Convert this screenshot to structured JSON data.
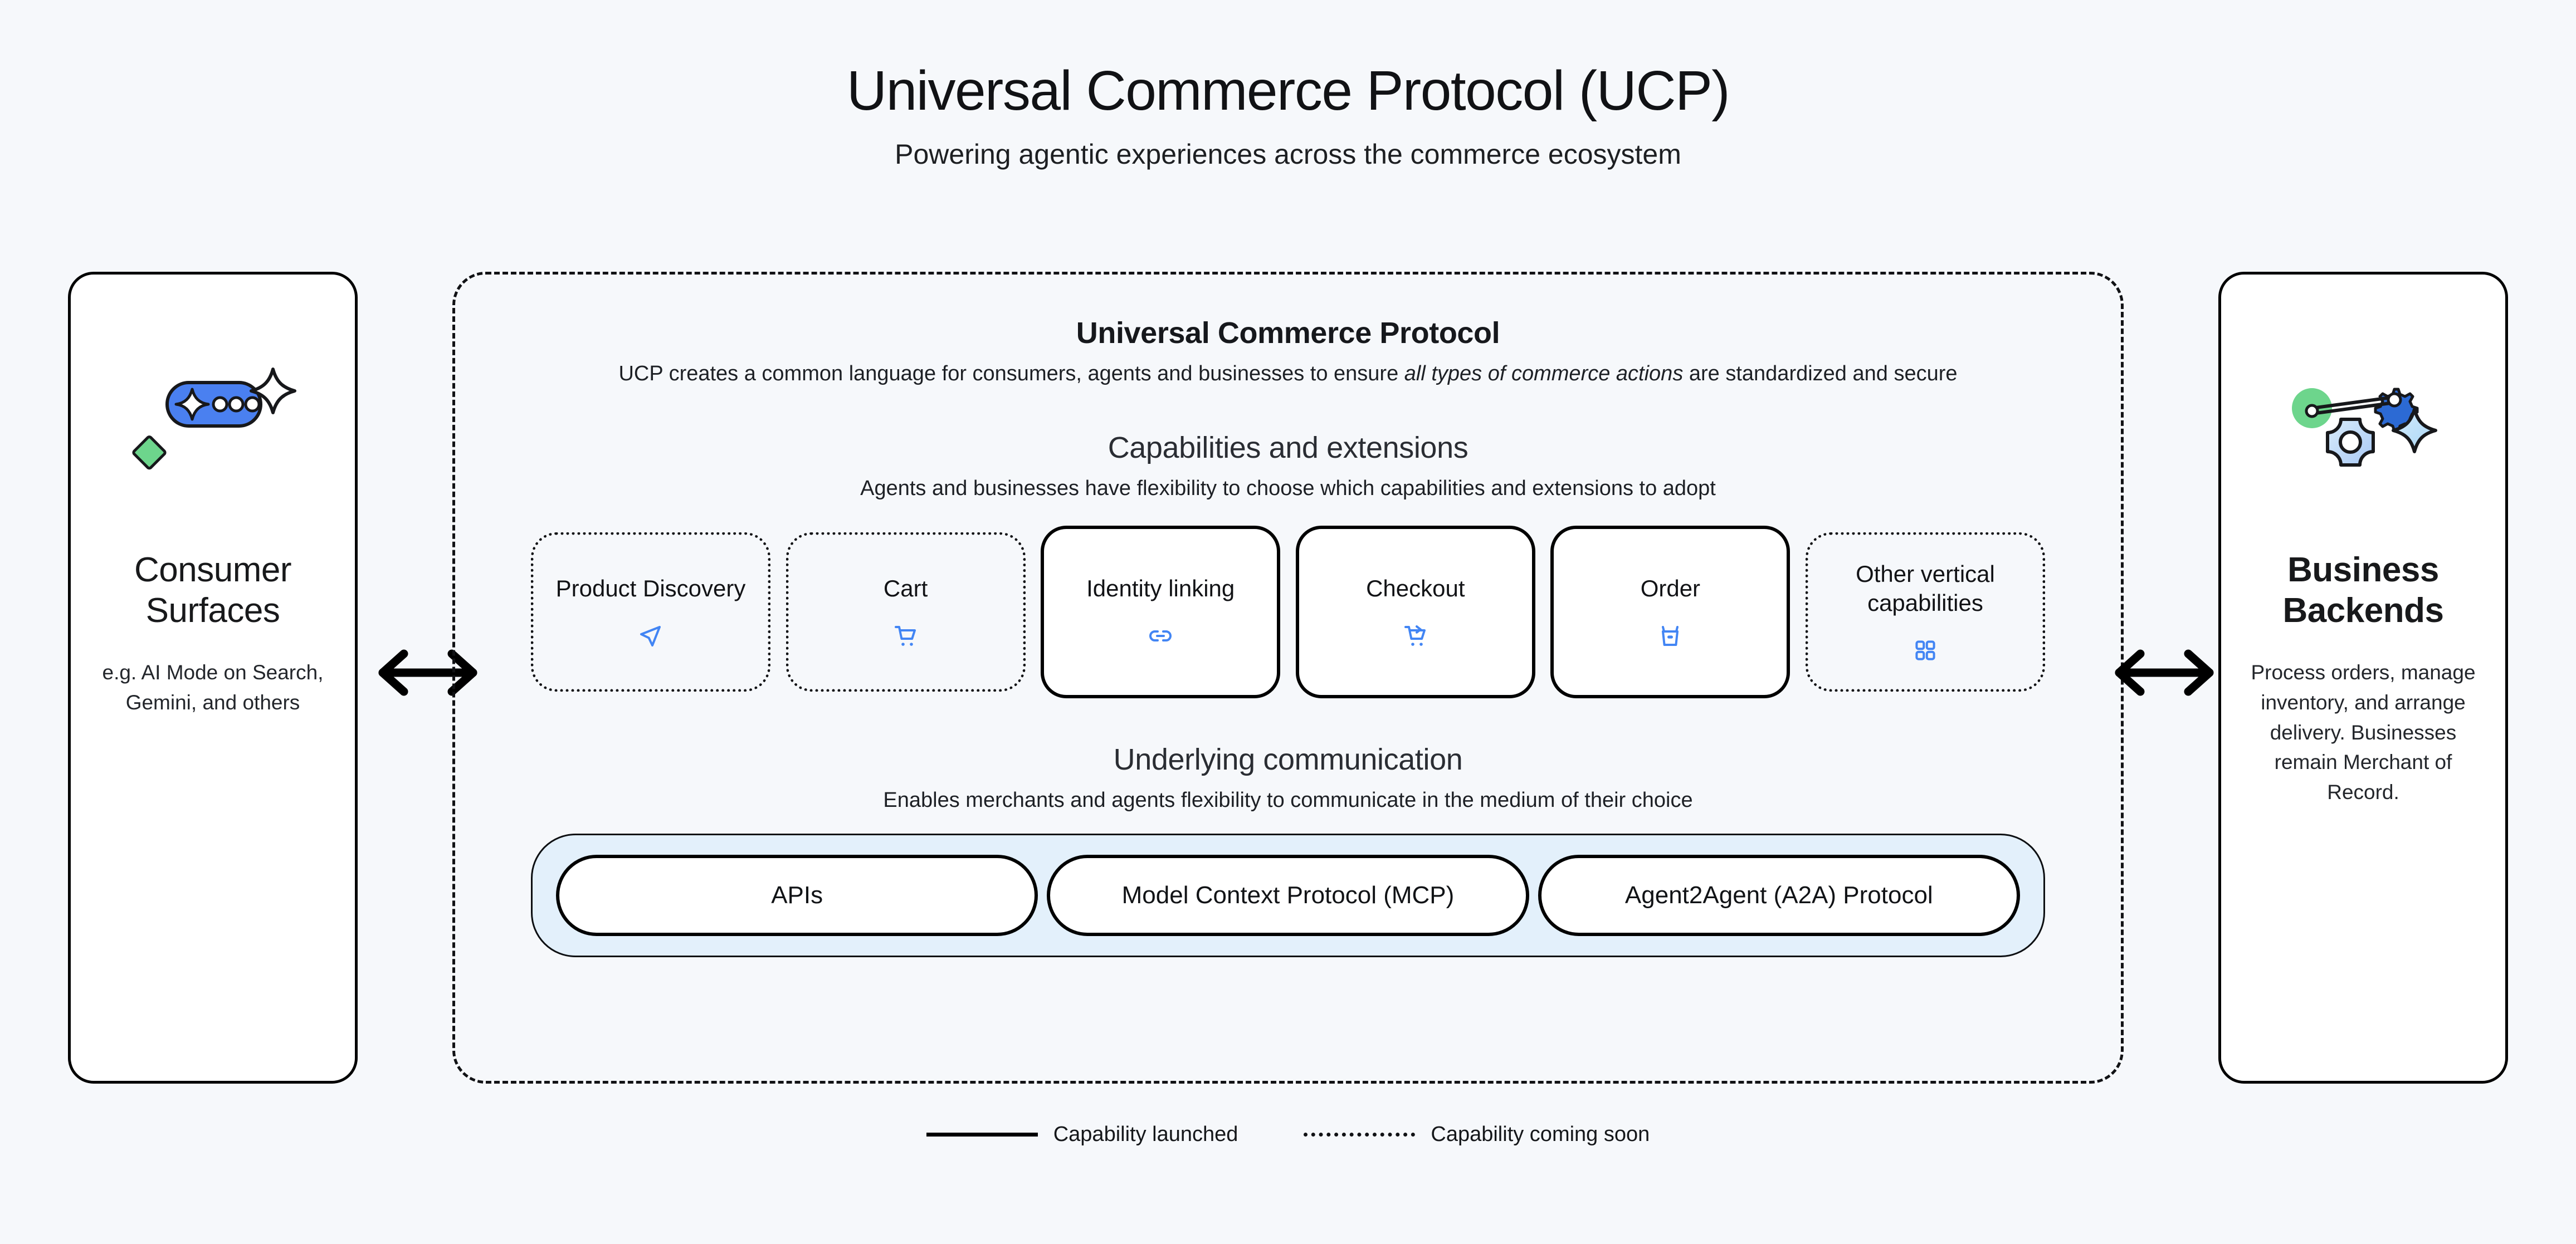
{
  "header": {
    "title": "Universal Commerce Protocol (UCP)",
    "subtitle": "Powering agentic experiences across the commerce ecosystem"
  },
  "left_panel": {
    "icon": "ai-chat-bubble-sparkle-icon",
    "title": "Consumer Surfaces",
    "description": "e.g. AI Mode on Search, Gemini, and others"
  },
  "right_panel": {
    "icon": "gears-settings-icon",
    "title": "Business Backends",
    "description": "Process orders, manage inventory, and arrange delivery. Businesses remain Merchant of Record."
  },
  "ucp": {
    "title": "Universal Commerce Protocol",
    "description_before": "UCP creates a common language for consumers, agents and businesses to ensure ",
    "description_emphasis": "all types of commerce actions",
    "description_after": " are standardized and secure"
  },
  "capabilities_section": {
    "title": "Capabilities and extensions",
    "description": "Agents and businesses have flexibility to choose which capabilities and extensions to adopt",
    "cards": [
      {
        "label": "Product Discovery",
        "status": "soon",
        "icon": "navigation-send-icon"
      },
      {
        "label": "Cart",
        "status": "soon",
        "icon": "shopping-cart-icon"
      },
      {
        "label": "Identity linking",
        "status": "launched",
        "icon": "chain-link-icon"
      },
      {
        "label": "Checkout",
        "status": "launched",
        "icon": "cart-checkout-arrow-icon"
      },
      {
        "label": "Order",
        "status": "launched",
        "icon": "shopping-basket-icon"
      },
      {
        "label": "Other vertical capabilities",
        "status": "soon",
        "icon": "grid-apps-icon"
      }
    ]
  },
  "communication_section": {
    "title": "Underlying communication",
    "description": "Enables merchants and agents flexibility to communicate in the medium of their choice",
    "pills": [
      {
        "label": "APIs"
      },
      {
        "label": "Model Context Protocol (MCP)"
      },
      {
        "label": "Agent2Agent (A2A) Protocol"
      }
    ]
  },
  "legend": {
    "launched_label": "Capability launched",
    "coming_soon_label": "Capability coming soon"
  },
  "connectors": {
    "left": "bidirectional-arrow-icon",
    "right": "bidirectional-arrow-icon"
  },
  "colors": {
    "background": "#f6f8fb",
    "icon_blue": "#4285f4",
    "brand_blue": "#4a80f0",
    "brand_green": "#6dd58c",
    "pill_band": "#e3f0fb",
    "ink": "#111215"
  }
}
